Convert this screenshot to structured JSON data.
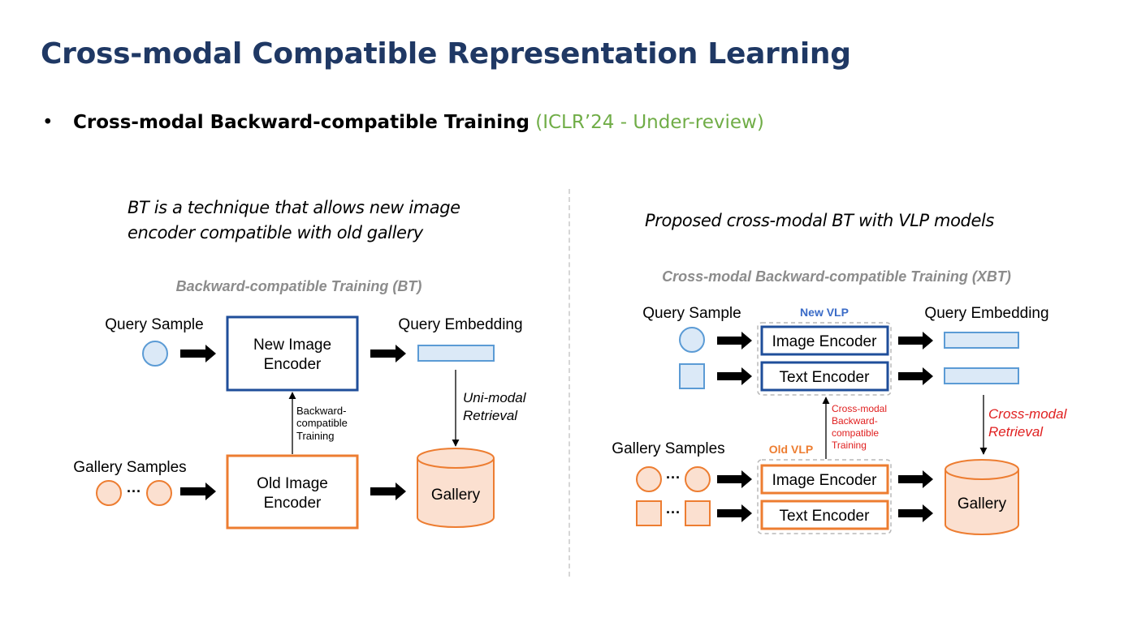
{
  "title": "Cross-modal Compatible Representation Learning",
  "bullet": {
    "symbol": "•",
    "main": "Cross-modal Backward-compatible Training",
    "venue": "(ICLR’24 - Under-review)"
  },
  "left": {
    "description_line1": "BT is a technique that allows new image",
    "description_line2": "encoder compatible with old gallery",
    "subtitle": "Backward-compatible Training (BT)",
    "query_sample": "Query Sample",
    "query_embedding": "Query Embedding",
    "new_encoder_line1": "New Image",
    "new_encoder_line2": "Encoder",
    "old_encoder_line1": "Old Image",
    "old_encoder_line2": "Encoder",
    "bt_label_line1": "Backward-",
    "bt_label_line2": "compatible",
    "bt_label_line3": "Training",
    "retrieval_line1": "Uni-modal",
    "retrieval_line2": "Retrieval",
    "gallery_samples": "Gallery Samples",
    "ellipsis": "···",
    "gallery": "Gallery"
  },
  "right": {
    "description": "Proposed cross-modal BT with VLP models",
    "subtitle": "Cross-modal Backward-compatible Training (XBT)",
    "query_sample": "Query Sample",
    "new_vlp": "New VLP",
    "query_embedding": "Query Embedding",
    "new_image_encoder": "Image Encoder",
    "new_text_encoder": "Text Encoder",
    "xbt_label_line1": "Cross-modal",
    "xbt_label_line2": "Backward-",
    "xbt_label_line3": "compatible",
    "xbt_label_line4": "Training",
    "retrieval_line1": "Cross-modal",
    "retrieval_line2": "Retrieval",
    "gallery_samples": "Gallery Samples",
    "old_vlp": "Old VLP",
    "old_image_encoder": "Image Encoder",
    "old_text_encoder": "Text Encoder",
    "ellipsis": "···",
    "gallery": "Gallery"
  },
  "colors": {
    "title": "#1f3864",
    "venue": "#70ad47",
    "new_model": "#1f4e9a",
    "old_model": "#ed7d31",
    "query_fill": "#dbe9f7",
    "query_stroke": "#5b9bd5",
    "gallery_fill": "#fbe0d0",
    "highlight_red": "#e02020",
    "subtitle_gray": "#8c8c8c"
  }
}
